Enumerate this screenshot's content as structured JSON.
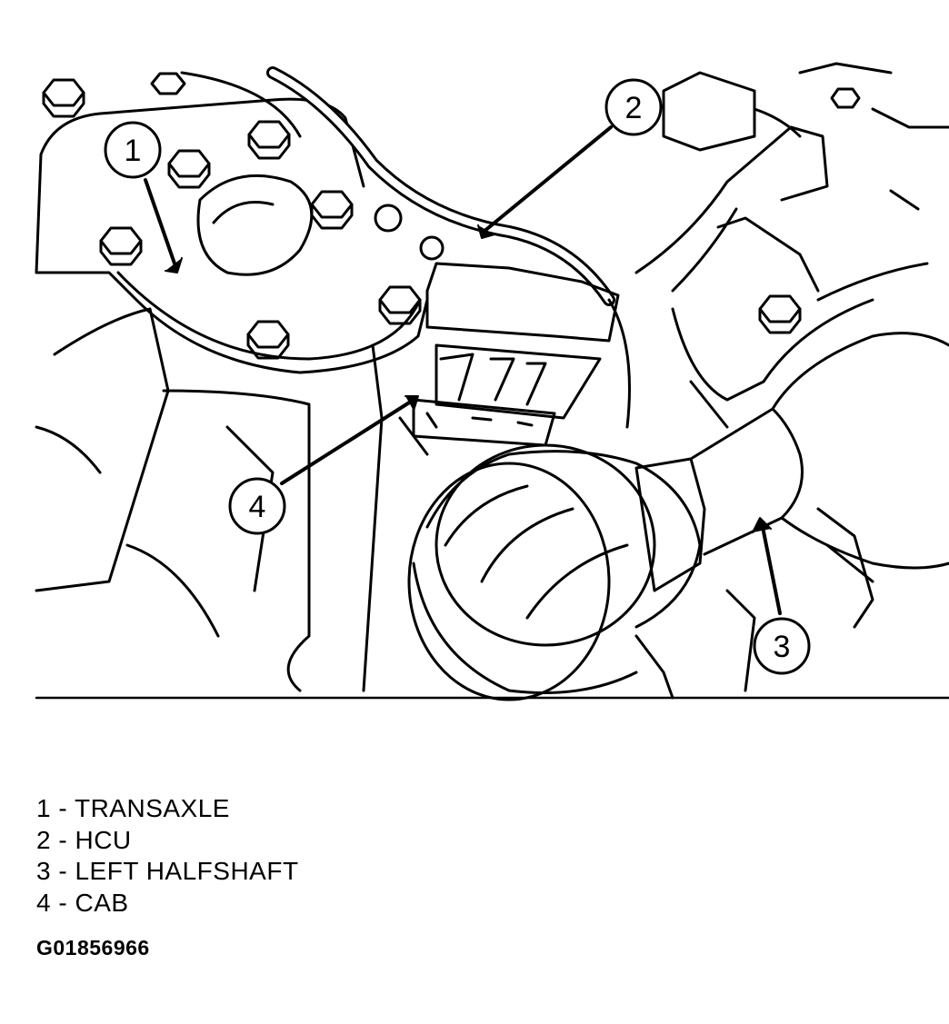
{
  "legend": [
    {
      "num": "1",
      "sep": " - ",
      "label": "TRANSAXLE"
    },
    {
      "num": "2",
      "sep": " - ",
      "label": "HCU"
    },
    {
      "num": "3",
      "sep": " - ",
      "label": "LEFT HALFSHAFT"
    },
    {
      "num": "4",
      "sep": " - ",
      "label": "CAB"
    }
  ],
  "callouts": {
    "c1": "1",
    "c2": "2",
    "c3": "3",
    "c4": "4"
  },
  "figure_id": "G01856966"
}
